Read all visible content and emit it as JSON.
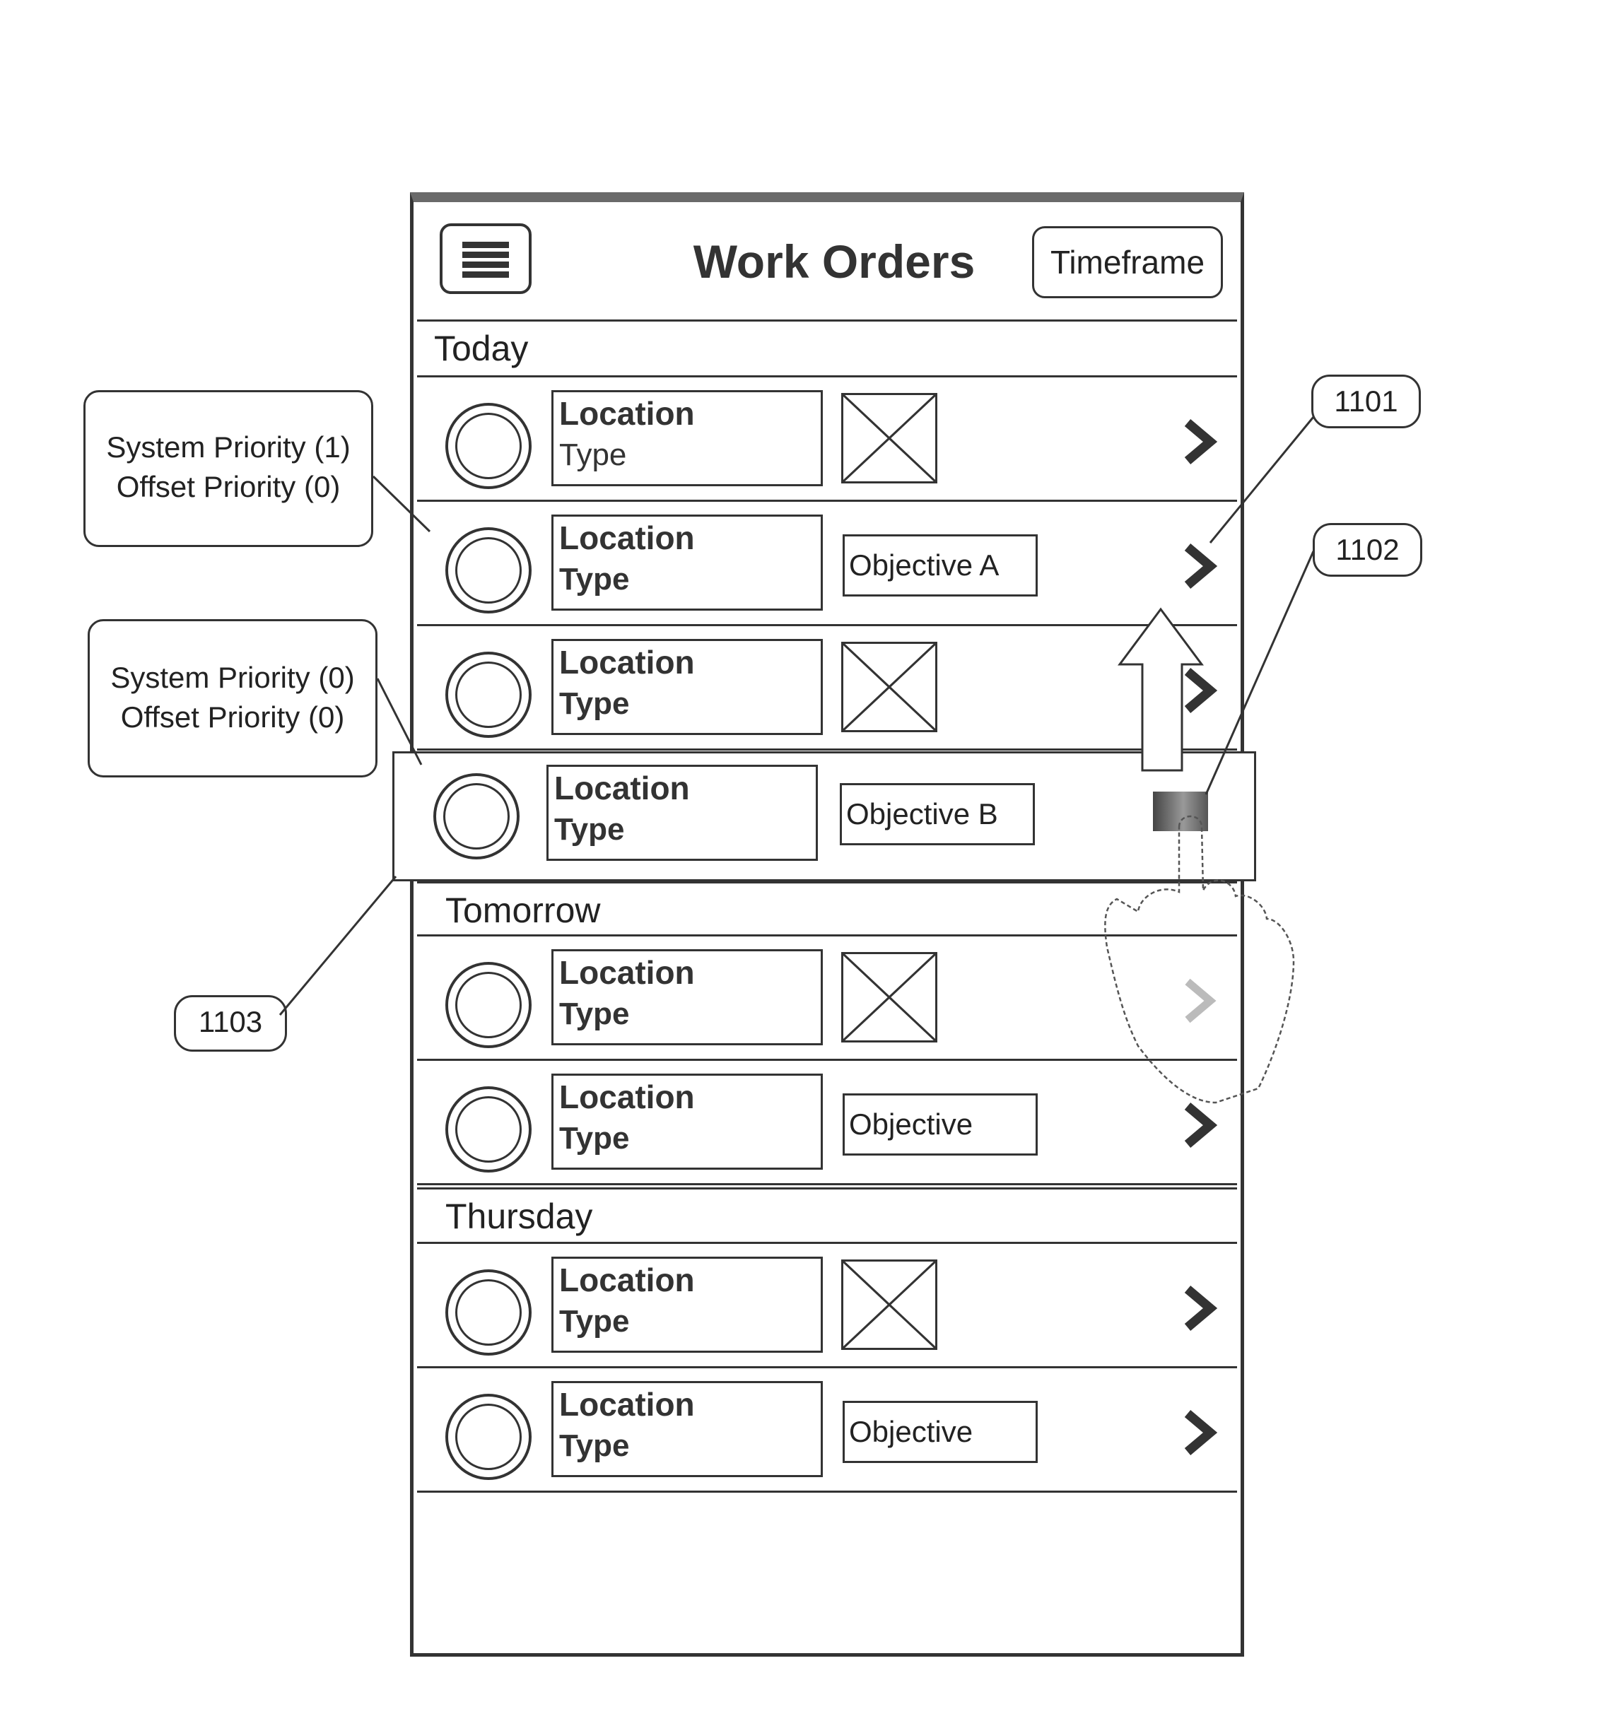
{
  "header": {
    "title": "Work Orders",
    "timeframe_label": "Timeframe"
  },
  "sections": [
    {
      "label": "Today",
      "rows": [
        {
          "location": "Location",
          "type": "Type",
          "objective": null
        },
        {
          "location": "Location",
          "type": "Type",
          "objective": "Objective A"
        },
        {
          "location": "Location",
          "type": "Type",
          "objective": null
        }
      ]
    },
    {
      "label": "Tomorrow",
      "rows": [
        {
          "location": "Location",
          "type": "Type",
          "objective": null
        },
        {
          "location": "Location",
          "type": "Type",
          "objective": "Objective"
        }
      ]
    },
    {
      "label": "Thursday",
      "rows": [
        {
          "location": "Location",
          "type": "Type",
          "objective": null
        },
        {
          "location": "Location",
          "type": "Type",
          "objective": "Objective"
        }
      ]
    }
  ],
  "dragged_row": {
    "location": "Location",
    "type": "Type",
    "objective": "Objective B"
  },
  "callouts": [
    {
      "line1": "System Priority (1)",
      "line2": "Offset Priority (0)"
    },
    {
      "line1": "System Priority (0)",
      "line2": "Offset Priority (0)"
    }
  ],
  "reference_labels": [
    "1101",
    "1102",
    "1103"
  ],
  "icons": {
    "menu": "hamburger-menu-icon",
    "status": "circle-status-icon",
    "placeholder": "image-placeholder-icon",
    "chevron": "chevron-right-icon",
    "drag": "drag-handle-icon",
    "gesture": "hand-pointer-icon",
    "direction": "arrow-up-icon"
  }
}
